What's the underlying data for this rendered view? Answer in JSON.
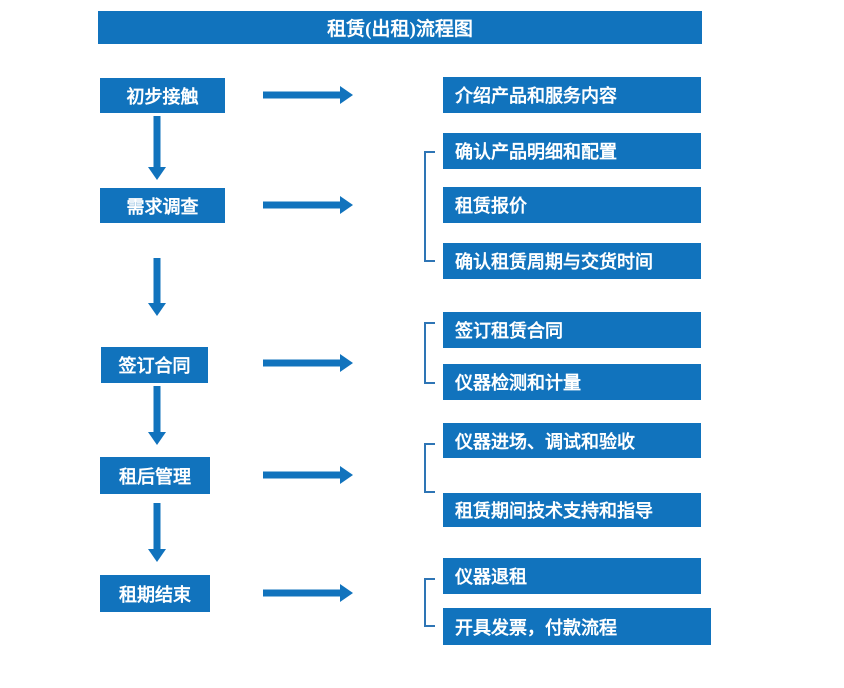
{
  "title": "租赁(出租)流程图",
  "colors": {
    "box_blue": "#1173BD",
    "bracket_blue": "#2E75B5",
    "text_white": "#FFFFFF",
    "background": "#FFFFFF"
  },
  "steps": [
    {
      "label": "初步接触",
      "details": [
        "介绍产品和服务内容"
      ]
    },
    {
      "label": "需求调查",
      "details": [
        "确认产品明细和配置",
        "租赁报价",
        "确认租赁周期与交货时间"
      ]
    },
    {
      "label": "签订合同",
      "details": [
        "签订租赁合同",
        "仪器检测和计量"
      ]
    },
    {
      "label": "租后管理",
      "details": [
        "仪器进场、调试和验收",
        "租赁期间技术支持和指导"
      ]
    },
    {
      "label": "租期结束",
      "details": [
        "仪器退租",
        "开具发票，付款流程"
      ]
    }
  ]
}
